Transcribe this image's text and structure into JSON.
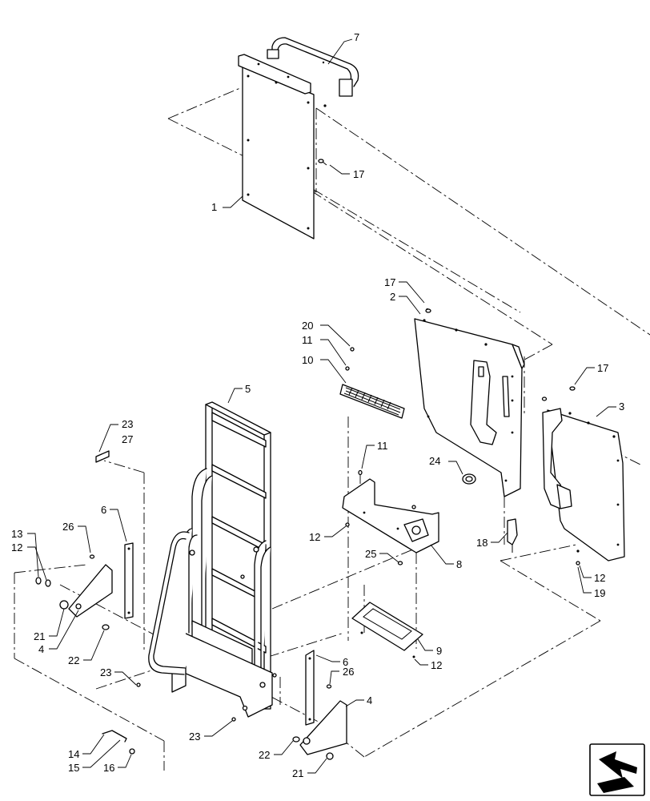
{
  "callouts": [
    {
      "id": "c7",
      "label": "7"
    },
    {
      "id": "c17a",
      "label": "17"
    },
    {
      "id": "c1",
      "label": "1"
    },
    {
      "id": "c17b",
      "label": "17"
    },
    {
      "id": "c2",
      "label": "2"
    },
    {
      "id": "c20",
      "label": "20"
    },
    {
      "id": "c11a",
      "label": "11"
    },
    {
      "id": "c10",
      "label": "10"
    },
    {
      "id": "c17c",
      "label": "17"
    },
    {
      "id": "c3",
      "label": "3"
    },
    {
      "id": "c5",
      "label": "5"
    },
    {
      "id": "c23a",
      "label": "23"
    },
    {
      "id": "c27",
      "label": "27"
    },
    {
      "id": "c24",
      "label": "24"
    },
    {
      "id": "c11b",
      "label": "11"
    },
    {
      "id": "c6a",
      "label": "6"
    },
    {
      "id": "c26a",
      "label": "26"
    },
    {
      "id": "c13",
      "label": "13"
    },
    {
      "id": "c12a",
      "label": "12"
    },
    {
      "id": "c12b",
      "label": "12"
    },
    {
      "id": "c18",
      "label": "18"
    },
    {
      "id": "c25",
      "label": "25"
    },
    {
      "id": "c8",
      "label": "8"
    },
    {
      "id": "c12c",
      "label": "12"
    },
    {
      "id": "c19",
      "label": "19"
    },
    {
      "id": "c21a",
      "label": "21"
    },
    {
      "id": "c4a",
      "label": "4"
    },
    {
      "id": "c22a",
      "label": "22"
    },
    {
      "id": "c9",
      "label": "9"
    },
    {
      "id": "c12d",
      "label": "12"
    },
    {
      "id": "c23b",
      "label": "23"
    },
    {
      "id": "c6b",
      "label": "6"
    },
    {
      "id": "c26b",
      "label": "26"
    },
    {
      "id": "c4b",
      "label": "4"
    },
    {
      "id": "c23c",
      "label": "23"
    },
    {
      "id": "c22b",
      "label": "22"
    },
    {
      "id": "c21b",
      "label": "21"
    },
    {
      "id": "c14",
      "label": "14"
    },
    {
      "id": "c15",
      "label": "15"
    },
    {
      "id": "c16",
      "label": "16"
    }
  ],
  "nav_icon": "next-page-arrow-icon"
}
